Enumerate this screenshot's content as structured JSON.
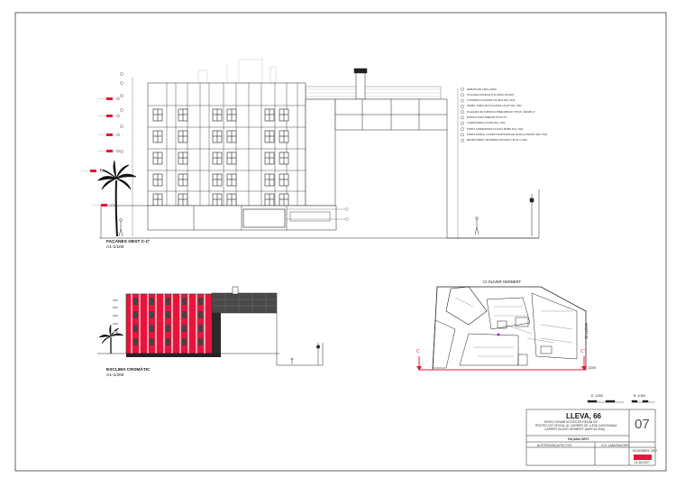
{
  "drawing": {
    "main_elevation_caption": "FAÇANES OEST C-C'",
    "main_elevation_scale": "A1-1/100",
    "secondary_elevation_caption": "ESCLIMA CROMÀTIC",
    "secondary_elevation_scale": "A1-1/200",
    "plan_street_label": "C/ OLIVER GERBERT",
    "plan_side_label": "C/ LLEVA",
    "plan_scale": "1/200",
    "section_marks": [
      "C",
      "C'"
    ],
    "legend": [
      "REMATE DE CIRA LARVA",
      "PLACADA DOVEGIA D'ALUMINI ANODIC",
      "FUSTERIA D'ALUMINI LACADA RAL 7024",
      "PERFIL TUBULAR D'ALUMINI LACAT RAL 7022",
      "PLAQUES DE FORMIGO PREFABRICAT TIPUS \"ARGIPLA\"",
      "ESTRUCTURA PREFAB TIPUS ST",
      "CARPINTERIA COLOR RAL 7022",
      "PORTA CORREDISSA PLANXA MÒBIL RAL 7022",
      "PORTA DOBLE, LLUPES D'ENTRADA DE RAJOLA ANODIC RAL 7022",
      "REVESTIMENT DE PEDRA NATURAL TIPUS LLOSA"
    ]
  },
  "title_block": {
    "scale_left": "E: 1/200",
    "scale_right": "E: 1/100",
    "project_title": "LLEVA, 66",
    "line1": "EDIFICI D'HABITATGES EN RÈGIM DE",
    "line2": "PROTECCIÓ OFICIAL AL CARRER DE LLEVA CANTONADA",
    "line3": "CARRER OLIVER GERBERT (BARCELONA)",
    "sheet_name": "FAÇANA OEST",
    "sheet_number": "07",
    "left_field": "AUTORS/ARQUITECTES",
    "mid_field": "COL.LABORADORS",
    "date": "NOVEMBRE 2007",
    "code": "01-66-2007"
  },
  "colors": {
    "accent_red": "#e8143c",
    "line": "#222222",
    "dark_panel": "#3a3a3a"
  }
}
